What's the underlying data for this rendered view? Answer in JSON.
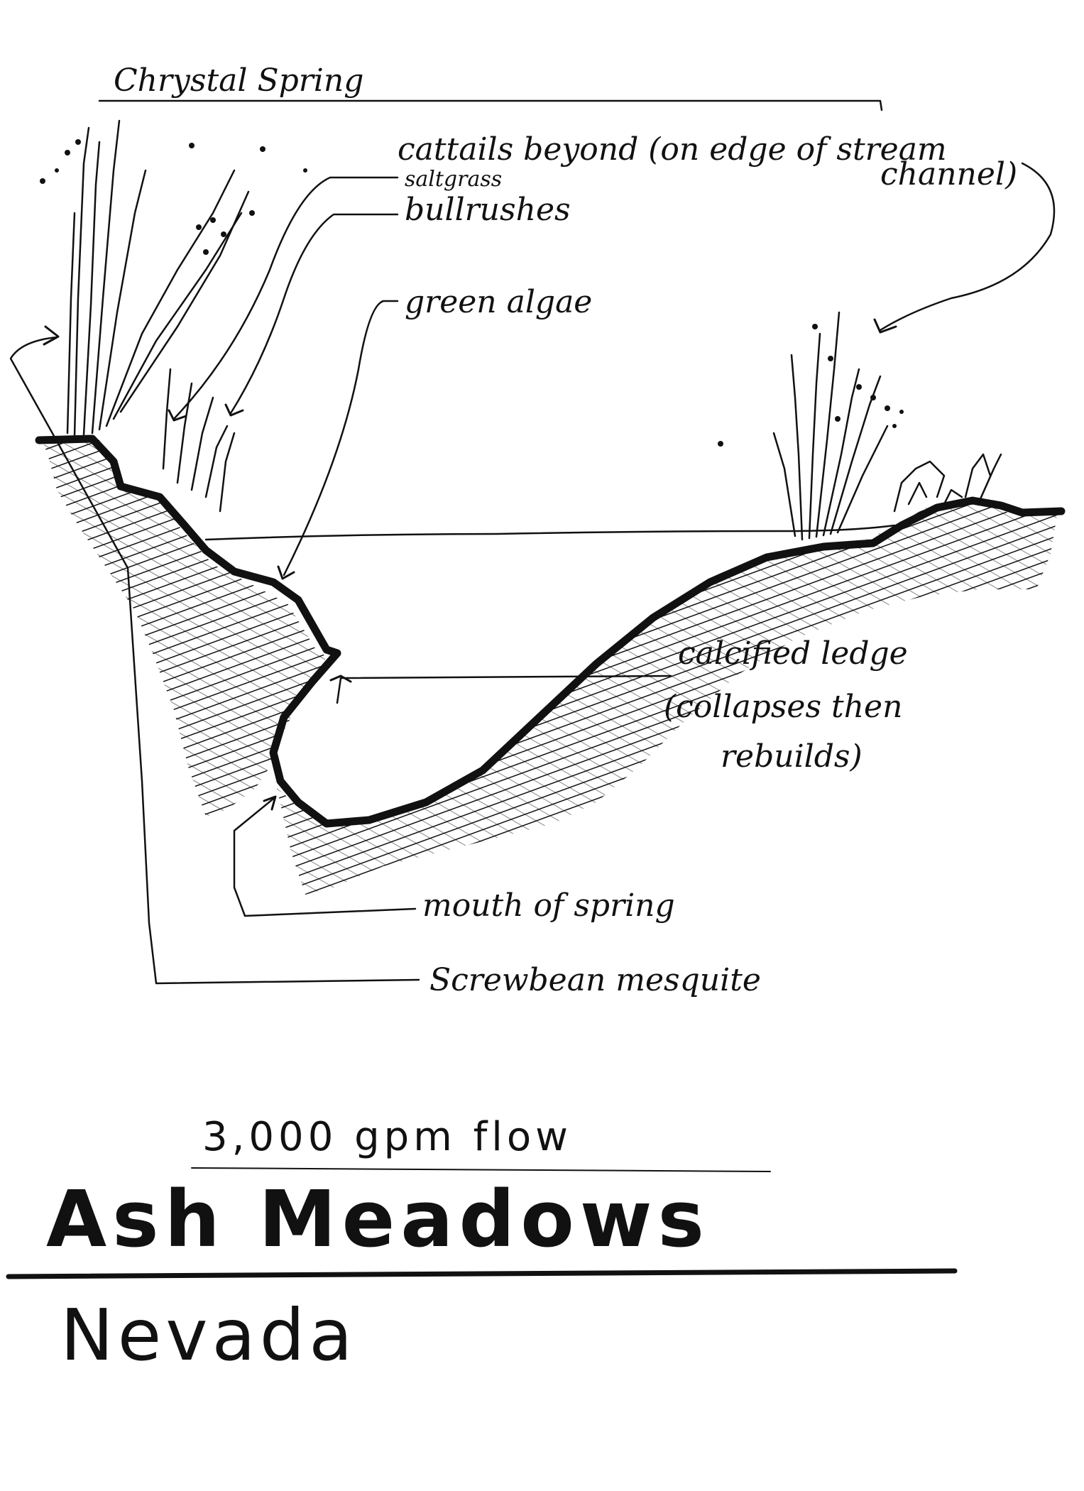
{
  "labels": {
    "spring_name": "Chrystal Spring",
    "cattails": "cattails beyond (on edge of stream",
    "channel": "channel)",
    "saltgrass": "saltgrass",
    "bulrushes": "bullrushes",
    "green_algae": "green algae",
    "ledge_line1": "calcified ledge",
    "ledge_line2": "(collapses then",
    "ledge_line3": "rebuilds)",
    "mouth": "mouth of spring",
    "mesquite": "Screwbean mesquite",
    "flow": "3,000 gpm flow"
  },
  "title": {
    "place": "Ash Meadows",
    "state": "Nevada"
  }
}
